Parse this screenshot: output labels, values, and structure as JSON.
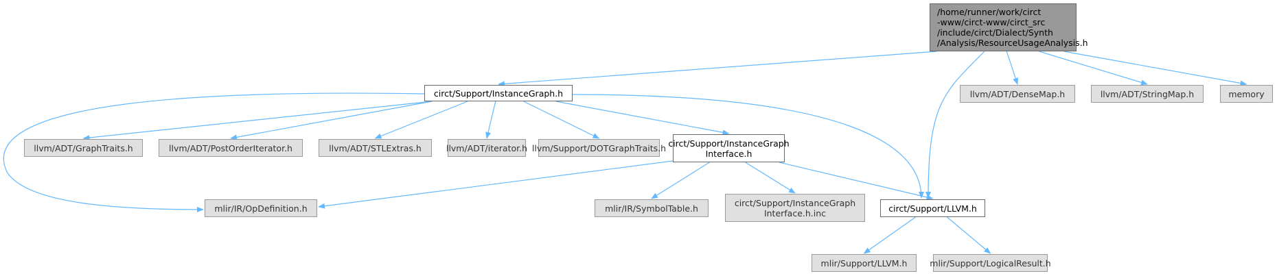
{
  "diagram": {
    "type": "include-dependency-graph",
    "edge_color": "#63b8ff",
    "nodes": [
      {
        "id": "root",
        "label": "/home/runner/work/circt\n-www/circt-www/circt_src\n/include/circt/Dialect/Synth\n/Analysis/ResourceUsageAnalysis.h",
        "style": "root"
      },
      {
        "id": "instance_graph",
        "label": "circt/Support/InstanceGraph.h",
        "style": "white"
      },
      {
        "id": "dense_map",
        "label": "llvm/ADT/DenseMap.h",
        "style": "gray"
      },
      {
        "id": "string_map",
        "label": "llvm/ADT/StringMap.h",
        "style": "gray"
      },
      {
        "id": "memory",
        "label": "memory",
        "style": "gray"
      },
      {
        "id": "graph_traits",
        "label": "llvm/ADT/GraphTraits.h",
        "style": "gray"
      },
      {
        "id": "post_order_iterator",
        "label": "llvm/ADT/PostOrderIterator.h",
        "style": "gray"
      },
      {
        "id": "stl_extras",
        "label": "llvm/ADT/STLExtras.h",
        "style": "gray"
      },
      {
        "id": "iterator",
        "label": "llvm/ADT/iterator.h",
        "style": "gray"
      },
      {
        "id": "dot_graph_traits",
        "label": "llvm/Support/DOTGraphTraits.h",
        "style": "gray"
      },
      {
        "id": "instance_graph_interface",
        "label": "circt/Support/InstanceGraph\nInterface.h",
        "style": "white"
      },
      {
        "id": "op_definition",
        "label": "mlir/IR/OpDefinition.h",
        "style": "gray"
      },
      {
        "id": "symbol_table",
        "label": "mlir/IR/SymbolTable.h",
        "style": "gray"
      },
      {
        "id": "instance_graph_interface_inc",
        "label": "circt/Support/InstanceGraph\nInterface.h.inc",
        "style": "gray"
      },
      {
        "id": "circt_llvm",
        "label": "circt/Support/LLVM.h",
        "style": "white"
      },
      {
        "id": "mlir_llvm",
        "label": "mlir/Support/LLVM.h",
        "style": "gray"
      },
      {
        "id": "logical_result",
        "label": "mlir/Support/LogicalResult.h",
        "style": "gray"
      }
    ],
    "edges": [
      [
        "root",
        "instance_graph"
      ],
      [
        "root",
        "circt_llvm"
      ],
      [
        "root",
        "dense_map"
      ],
      [
        "root",
        "string_map"
      ],
      [
        "root",
        "memory"
      ],
      [
        "instance_graph",
        "graph_traits"
      ],
      [
        "instance_graph",
        "post_order_iterator"
      ],
      [
        "instance_graph",
        "stl_extras"
      ],
      [
        "instance_graph",
        "iterator"
      ],
      [
        "instance_graph",
        "dot_graph_traits"
      ],
      [
        "instance_graph",
        "instance_graph_interface"
      ],
      [
        "instance_graph",
        "op_definition"
      ],
      [
        "instance_graph",
        "circt_llvm"
      ],
      [
        "instance_graph_interface",
        "op_definition"
      ],
      [
        "instance_graph_interface",
        "symbol_table"
      ],
      [
        "instance_graph_interface",
        "instance_graph_interface_inc"
      ],
      [
        "instance_graph_interface",
        "circt_llvm"
      ],
      [
        "circt_llvm",
        "mlir_llvm"
      ],
      [
        "circt_llvm",
        "logical_result"
      ]
    ]
  }
}
